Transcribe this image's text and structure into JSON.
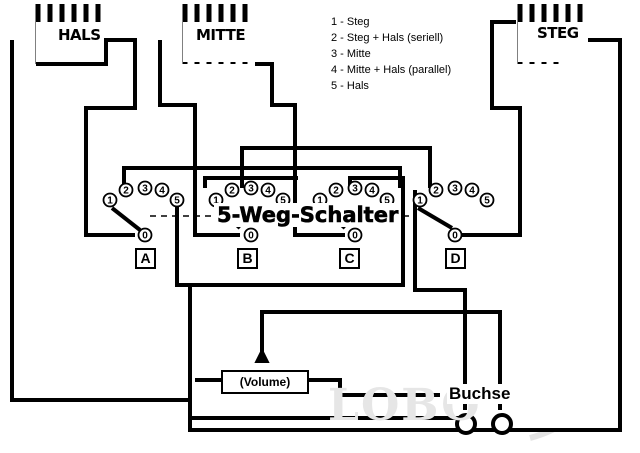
{
  "legend": [
    "1 - Steg",
    "2 - Steg + Hals (seriell)",
    "3 - Mitte",
    "4 - Mitte + Hals (parallel)",
    "5 - Hals"
  ],
  "pickups": {
    "hals": "HALS",
    "mitte": "MITTE",
    "steg": "STEG"
  },
  "switch": {
    "title": "5-Weg-Schalter",
    "decks": [
      "A",
      "B",
      "C",
      "D"
    ],
    "positions": [
      "1",
      "2",
      "3",
      "4",
      "5"
    ],
    "common": "0"
  },
  "volume": "(Volume)",
  "jack": "Buchse",
  "watermark": "LOBO",
  "colors": {
    "line": "#000000",
    "background": "#ffffff",
    "watermark": "#e6e6e6"
  }
}
